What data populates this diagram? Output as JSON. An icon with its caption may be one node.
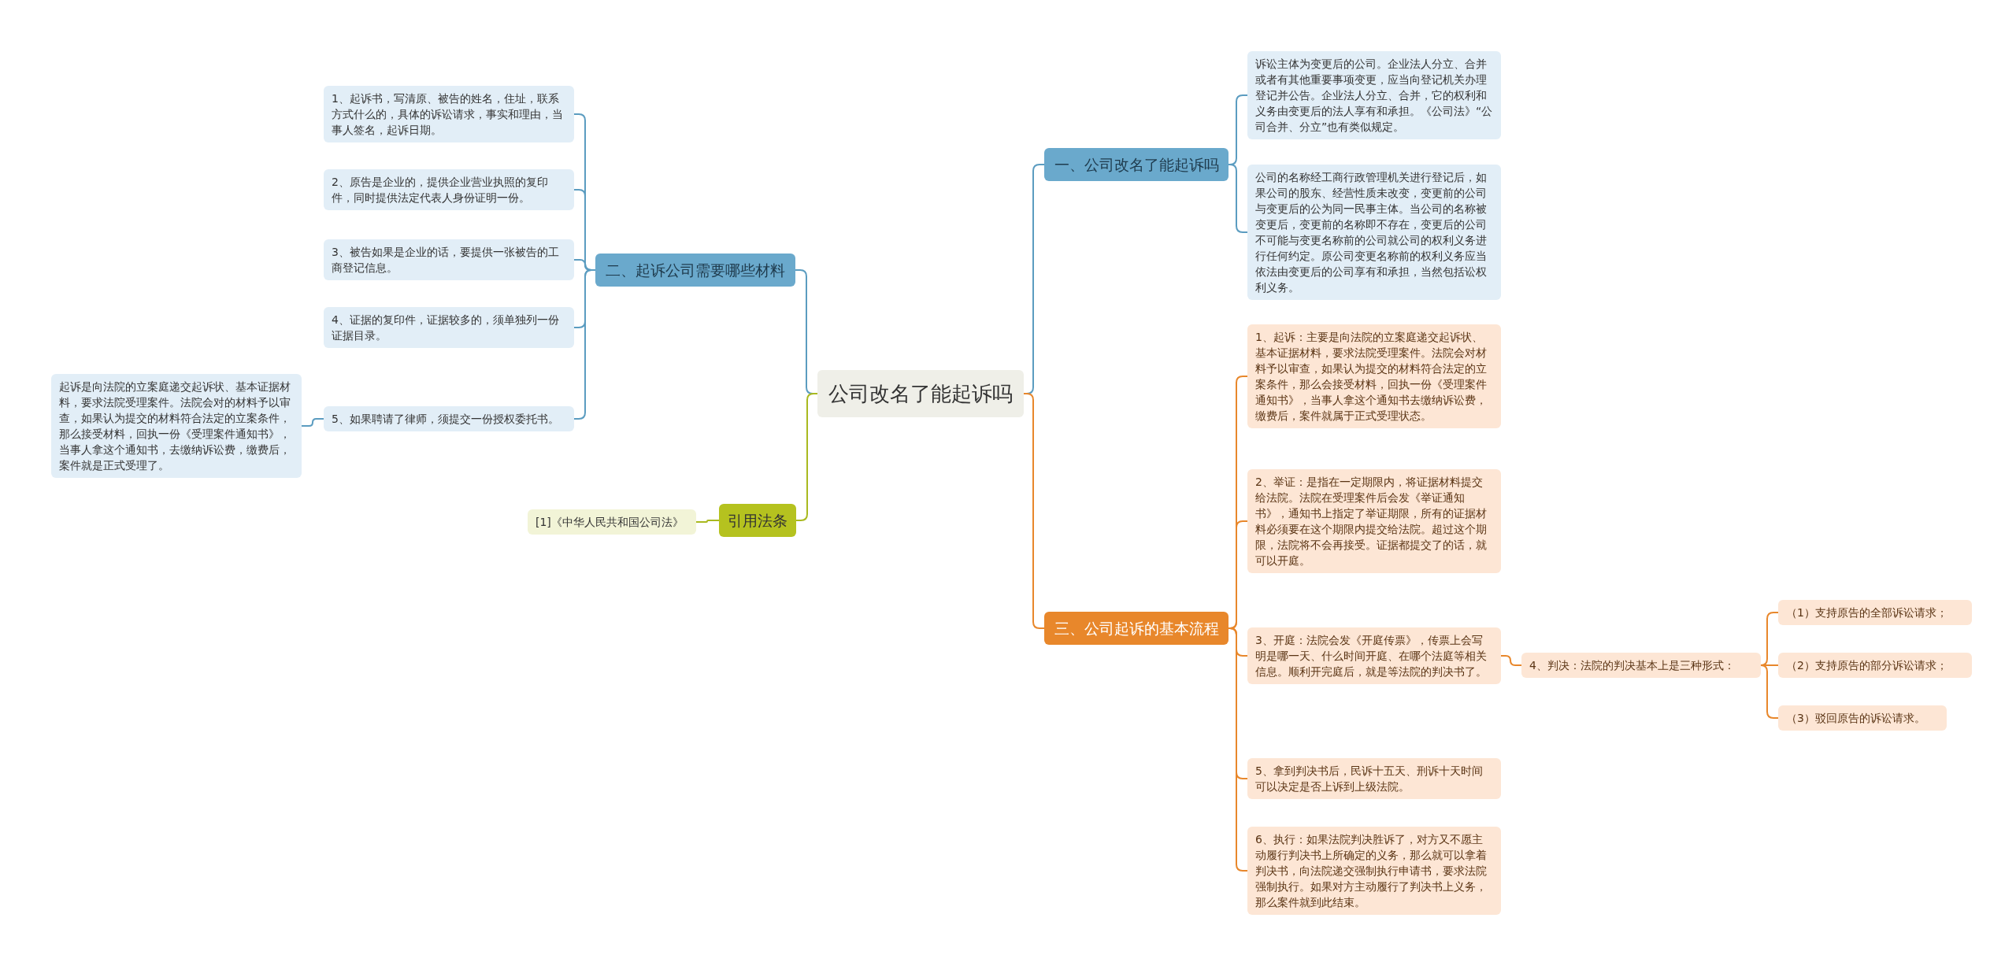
{
  "diagram": {
    "nodes": [
      {
        "text": [
          "公司改名了能起诉吗"
        ]
      },
      {
        "text": [
          "一、公司改名了能起诉吗"
        ]
      },
      {
        "text": [
          "诉讼主体为变更后的公司。企业法人分立、合并或者有其他重要事项变更，应当向登记机关办理登记并公告。企业法人分立、合并，它的权利和义务由变更后的法人享有和承担。《公司法》“公司合并、分立”也有类似规定。"
        ]
      },
      {
        "text": [
          "公司的名称经工商行政管理机关进行登记后，如果公司的股东、经营性质未改变，变更前的公司与变更后的公为同一民事主体。当公司的名称被变更后，变更前的名称即不存在，变更后的公司不可能与变更名称前的公司就公司的权利义务进行任何约定。原公司变更名称前的权利义务应当依法由变更后的公司享有和承担，当然包括讼权利义务。"
        ]
      },
      {
        "text": [
          "三、公司起诉的基本流程"
        ]
      },
      {
        "text": [
          "1、起诉：主要是向法院的立案庭递交起诉状、基本证据材料，要求法院受理案件。法院会对材料予以审查，如果认为提交的材料符合法定的立案条件，那么会接受材料，回执一份《受理案件通知书》，当事人拿这个通知书去缴纳诉讼费，缴费后，案件就属于正式受理状态。"
        ]
      },
      {
        "text": [
          "2、举证：是指在一定期限内，将证据材料提交给法院。法院在受理案件后会发《举证通知书》，通知书上指定了举证期限，所有的证据材料必须要在这个期限内提交给法院。超过这个期限，法院将不会再接受。证据都提交了的话，就可以开庭。"
        ]
      },
      {
        "text": [
          "3、开庭：法院会发《开庭传票》，传票上会写明是哪一天、什么时间开庭、在哪个法庭等相关信息。顺利开完庭后，就是等法院的判决书了。"
        ]
      },
      {
        "text": [
          "4、判决：法院的判决基本上是三种形式："
        ]
      },
      {
        "text": [
          "（1）支持原告的全部诉讼请求；"
        ]
      },
      {
        "text": [
          "（2）支持原告的部分诉讼请求；"
        ]
      },
      {
        "text": [
          "（3）驳回原告的诉讼请求。"
        ]
      },
      {
        "text": [
          "5、拿到判决书后，民诉十五天、刑诉十天时间可以决定是否上诉到上级法院。"
        ]
      },
      {
        "text": [
          "6、执行：如果法院判决胜诉了，对方又不愿主动履行判决书上所确定的义务，那么就可以拿着判决书，向法院递交强制执行申请书，要求法院强制执行。如果对方主动履行了判决书上义务，那么案件就到此结束。"
        ]
      },
      {
        "text": [
          "二、起诉公司需要哪些材料"
        ]
      },
      {
        "text": [
          "1、起诉书，写清原、被告的姓名，住址，联系方式什么的，具体的诉讼请求，事实和理由，当事人签名，起诉日期。"
        ]
      },
      {
        "text": [
          "2、原告是企业的，提供企业营业执照的复印件，同时提供法定代表人身份证明一份。"
        ]
      },
      {
        "text": [
          "3、被告如果是企业的话，要提供一张被告的工商登记信息。"
        ]
      },
      {
        "text": [
          "4、证据的复印件，证据较多的，须单独列一份证据目录。"
        ]
      },
      {
        "text": [
          "5、如果聘请了律师，须提交一份授权委托书。"
        ]
      },
      {
        "text": [
          "起诉是向法院的立案庭递交起诉状、基本证据材料，要求法院受理案件。法院会对的材料予以审查，如果认为提交的材料符合法定的立案条件，那么接受材料，回执一份《受理案件通知书》，当事人拿这个通知书，去缴纳诉讼费，缴费后，案件就是正式受理了。"
        ]
      },
      {
        "text": [
          "引用法条"
        ]
      },
      {
        "text": [
          "[1]《中华人民共和国公司法》"
        ]
      }
    ],
    "edges": [
      {
        "from": 0,
        "to": 1,
        "arrow": "none",
        "color": "#5b9cc0"
      },
      {
        "from": 1,
        "to": 2,
        "arrow": "none",
        "color": "#5b9cc0"
      },
      {
        "from": 1,
        "to": 3,
        "arrow": "none",
        "color": "#5b9cc0"
      },
      {
        "from": 0,
        "to": 4,
        "arrow": "none",
        "color": "#e8872b"
      },
      {
        "from": 4,
        "to": 5,
        "arrow": "none",
        "color": "#e8872b"
      },
      {
        "from": 4,
        "to": 6,
        "arrow": "none",
        "color": "#e8872b"
      },
      {
        "from": 4,
        "to": 7,
        "arrow": "none",
        "color": "#e8872b"
      },
      {
        "from": 7,
        "to": 8,
        "arrow": "none",
        "color": "#e8872b"
      },
      {
        "from": 8,
        "to": 9,
        "arrow": "none",
        "color": "#e8872b"
      },
      {
        "from": 8,
        "to": 10,
        "arrow": "none",
        "color": "#e8872b"
      },
      {
        "from": 8,
        "to": 11,
        "arrow": "none",
        "color": "#e8872b"
      },
      {
        "from": 4,
        "to": 12,
        "arrow": "none",
        "color": "#e8872b"
      },
      {
        "from": 4,
        "to": 13,
        "arrow": "none",
        "color": "#e8872b"
      },
      {
        "from": 0,
        "to": 14,
        "arrow": "none",
        "color": "#5b9cc0"
      },
      {
        "from": 14,
        "to": 15,
        "arrow": "none",
        "color": "#5b9cc0"
      },
      {
        "from": 14,
        "to": 16,
        "arrow": "none",
        "color": "#5b9cc0"
      },
      {
        "from": 14,
        "to": 17,
        "arrow": "none",
        "color": "#5b9cc0"
      },
      {
        "from": 14,
        "to": 18,
        "arrow": "none",
        "color": "#5b9cc0"
      },
      {
        "from": 14,
        "to": 19,
        "arrow": "none",
        "color": "#5b9cc0"
      },
      {
        "from": 19,
        "to": 20,
        "arrow": "none",
        "color": "#5b9cc0"
      },
      {
        "from": 0,
        "to": 21,
        "arrow": "none",
        "color": "#a9b91f"
      },
      {
        "from": 21,
        "to": 22,
        "arrow": "none",
        "color": "#a9b91f"
      }
    ]
  }
}
